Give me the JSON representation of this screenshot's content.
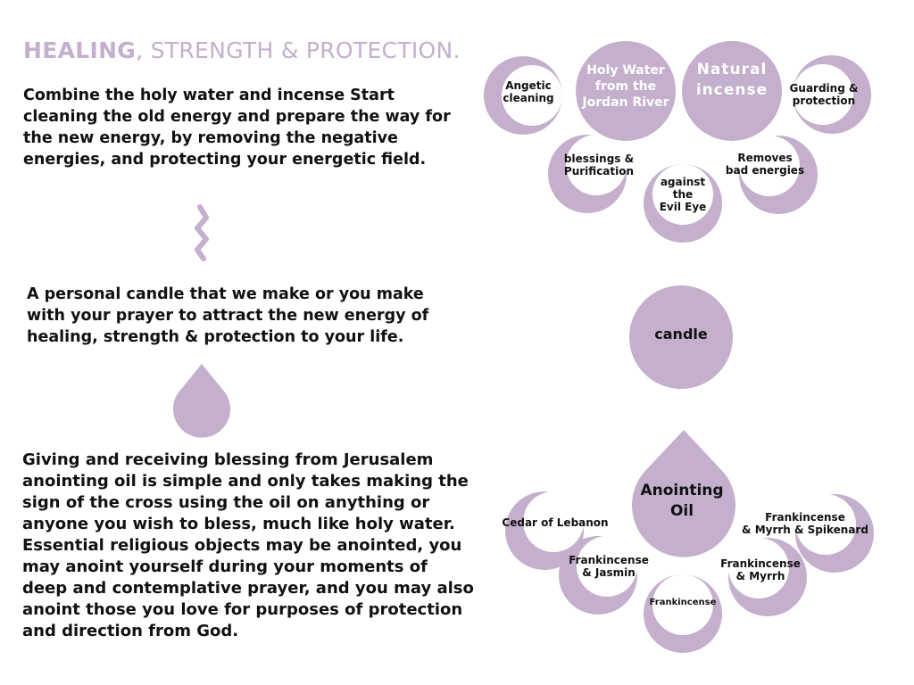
{
  "title": {
    "bold": "HEALING",
    "rest": ", STRENGTH & PROTECTION."
  },
  "paragraphs": {
    "holy_water_incense": "Combine the holy water and incense Start cleaning the old energy and prepare the way for the new energy, by removing the negative energies, and protecting your energetic field.",
    "candle": "A personal candle that we make or you make with your prayer to attract the new energy of healing, strength & protection to your life.",
    "oil": "Giving and receiving blessing from Jerusalem anointing oil is simple and only takes making the sign of the cross using the oil on anything or anyone you wish to bless, much like holy water. Essential religious objects may be anointed, you may anoint yourself during your moments of deep and contemplative prayer, and you may also anoint those you love for purposes of protection and direction from God."
  },
  "cluster_top": {
    "holy_water": "Holy Water from the Jordan River",
    "natural_incense": "Natural incense",
    "angetic": "Angetic cleaning",
    "guarding": "Guarding & protection",
    "blessings": "blessings & Purification",
    "evil_eye": "against the Evil Eye",
    "removes": "Removes bad energies"
  },
  "candle_label": "candle",
  "cluster_oil": {
    "center": "Anointing Oil",
    "cedar": "Cedar of Lebanon",
    "frank_jasmin": "Frankincense & Jasmin",
    "frankincense": "Frankincense",
    "frank_myrrh": "Frankincense & Myrrh",
    "frank_myrrh_spikenard": "Frankincense & Myrrh & Spikenard"
  },
  "colors": {
    "accent": "#c4afcd",
    "text": "#111111",
    "background": "#ffffff"
  },
  "icons": [
    "zigzag-icon",
    "droplet-icon"
  ]
}
